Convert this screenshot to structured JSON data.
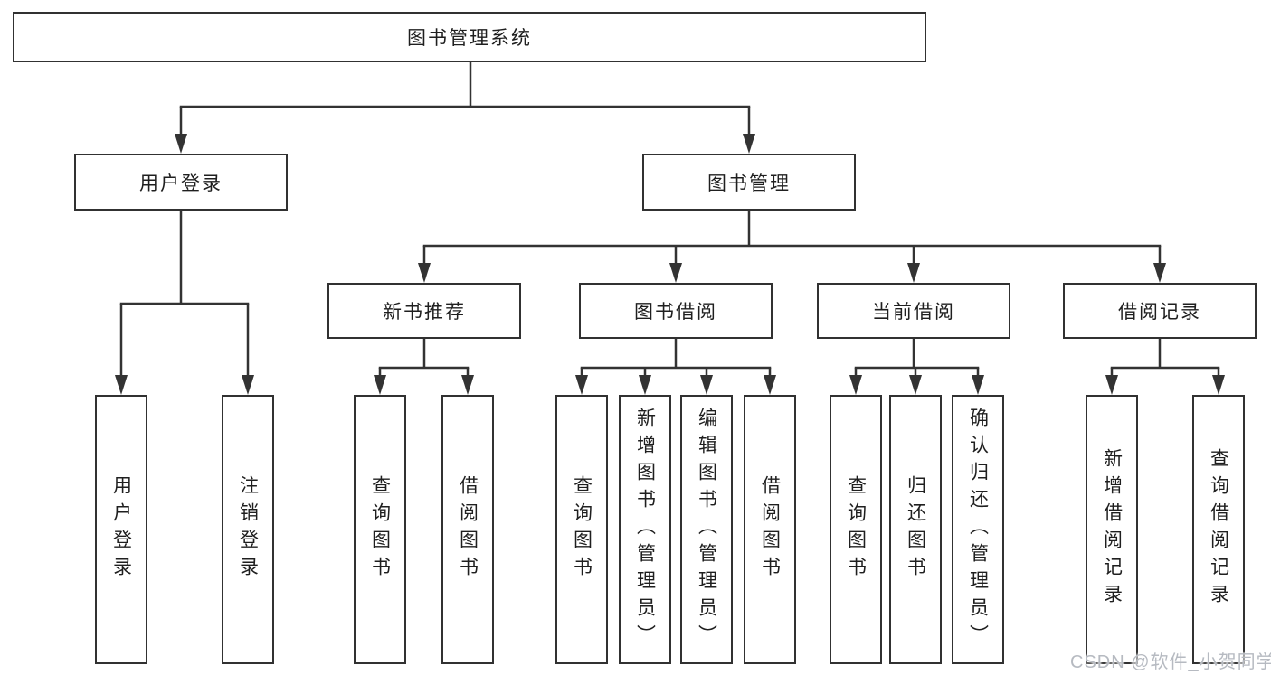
{
  "colors": {
    "line": "#333333",
    "box_border": "#313131",
    "text": "#1f1f1f",
    "watermark": "#b6bac1",
    "background": "#ffffff"
  },
  "watermark": {
    "text": "CSDN @软件_小贺同学"
  },
  "tree": {
    "label": "图书管理系统",
    "children": [
      {
        "label": "用户登录",
        "children": [
          {
            "label": "用户登录"
          },
          {
            "label": "注销登录"
          }
        ]
      },
      {
        "label": "图书管理",
        "children": [
          {
            "label": "新书推荐",
            "children": [
              {
                "label": "查询图书"
              },
              {
                "label": "借阅图书"
              }
            ]
          },
          {
            "label": "图书借阅",
            "children": [
              {
                "label": "查询图书"
              },
              {
                "label": "新增图书（管理员）"
              },
              {
                "label": "编辑图书（管理员）"
              },
              {
                "label": "借阅图书"
              }
            ]
          },
          {
            "label": "当前借阅",
            "children": [
              {
                "label": "查询图书"
              },
              {
                "label": "归还图书"
              },
              {
                "label": "确认归还（管理员）"
              }
            ]
          },
          {
            "label": "借阅记录",
            "children": [
              {
                "label": "新增借阅记录"
              },
              {
                "label": "查询借阅记录"
              }
            ]
          }
        ]
      }
    ]
  }
}
